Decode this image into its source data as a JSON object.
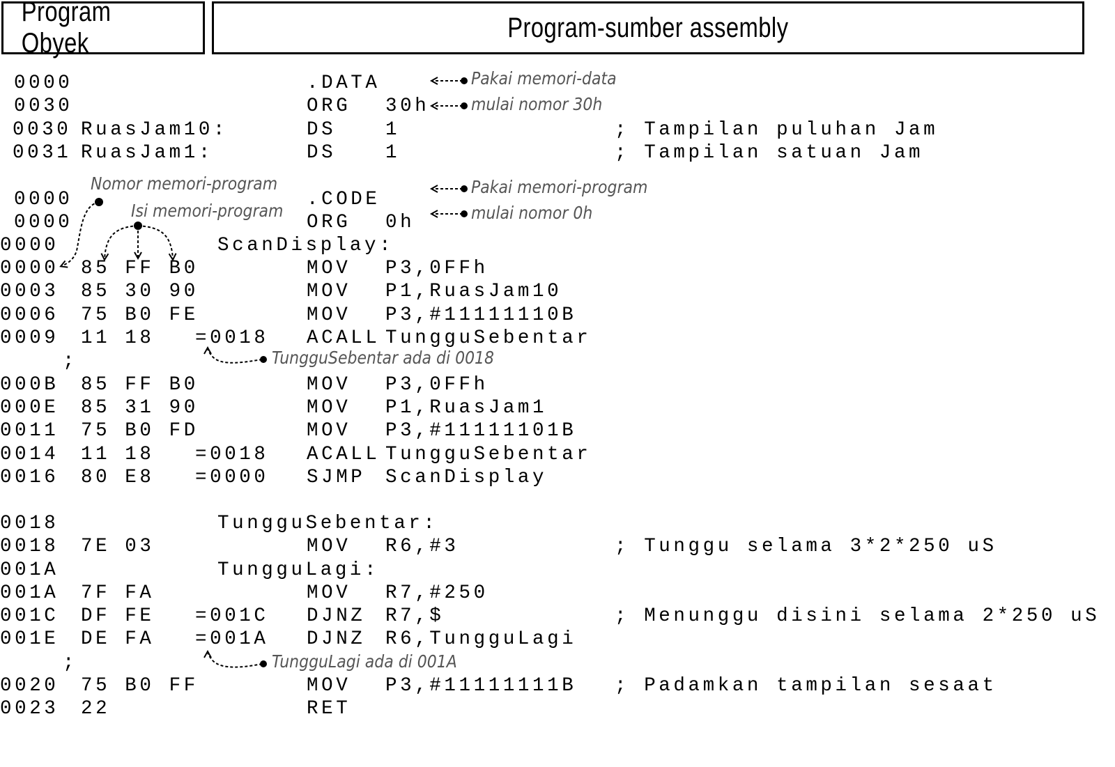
{
  "headers": {
    "object_program": "Program Obyek",
    "source_program": "Program-sumber  assembly"
  },
  "listing": [
    {
      "addr": "0000",
      "bytes": "",
      "target": "",
      "label": "",
      "mnemonic": ".DATA",
      "operand": "",
      "comment": ""
    },
    {
      "addr": "0030",
      "bytes": "",
      "target": "",
      "label": "",
      "mnemonic": "ORG",
      "operand": "30h",
      "comment": ""
    },
    {
      "addr": "0030",
      "bytes": "",
      "target": "",
      "label": "RuasJam10:",
      "mnemonic": "DS",
      "operand": "1",
      "comment": "; Tampilan puluhan Jam"
    },
    {
      "addr": "0031",
      "bytes": "",
      "target": "",
      "label": "RuasJam1:",
      "mnemonic": "DS",
      "operand": "1",
      "comment": "; Tampilan satuan Jam"
    },
    {
      "addr": "0000",
      "bytes": "",
      "target": "",
      "label": "",
      "mnemonic": ".CODE",
      "operand": "",
      "comment": ""
    },
    {
      "addr": "0000",
      "bytes": "",
      "target": "",
      "label": "",
      "mnemonic": "ORG",
      "operand": "0h",
      "comment": ""
    },
    {
      "addr": "0000",
      "bytes": "",
      "target": "",
      "label": "ScanDisplay:",
      "mnemonic": "",
      "operand": "",
      "comment": ""
    },
    {
      "addr": "0000",
      "bytes": "85 FF B0",
      "target": "",
      "label": "",
      "mnemonic": "MOV",
      "operand": "P3,0FFh",
      "comment": ""
    },
    {
      "addr": "0003",
      "bytes": "85 30 90",
      "target": "",
      "label": "",
      "mnemonic": "MOV",
      "operand": "P1,RuasJam10",
      "comment": ""
    },
    {
      "addr": "0006",
      "bytes": "75 B0 FE",
      "target": "",
      "label": "",
      "mnemonic": "MOV",
      "operand": "P3,#11111110B",
      "comment": ""
    },
    {
      "addr": "0009",
      "bytes": "11 18",
      "target": "=0018",
      "label": "",
      "mnemonic": "ACALL",
      "operand": "TungguSebentar",
      "comment": ""
    },
    {
      "addr": "",
      "bytes": "",
      "target": "",
      "label": "",
      "mnemonic": "",
      "operand": "",
      "comment": "",
      "semicolon": ";"
    },
    {
      "addr": "000B",
      "bytes": "85 FF B0",
      "target": "",
      "label": "",
      "mnemonic": "MOV",
      "operand": "P3,0FFh",
      "comment": ""
    },
    {
      "addr": "000E",
      "bytes": "85 31 90",
      "target": "",
      "label": "",
      "mnemonic": "MOV",
      "operand": "P1,RuasJam1",
      "comment": ""
    },
    {
      "addr": "0011",
      "bytes": "75 B0 FD",
      "target": "",
      "label": "",
      "mnemonic": "MOV",
      "operand": "P3,#11111101B",
      "comment": ""
    },
    {
      "addr": "0014",
      "bytes": "11 18",
      "target": "=0018",
      "label": "",
      "mnemonic": "ACALL",
      "operand": "TungguSebentar",
      "comment": ""
    },
    {
      "addr": "0016",
      "bytes": "80 E8",
      "target": "=0000",
      "label": "",
      "mnemonic": "SJMP",
      "operand": "ScanDisplay",
      "comment": ""
    },
    {
      "addr": "0018",
      "bytes": "",
      "target": "",
      "label": "TungguSebentar:",
      "mnemonic": "",
      "operand": "",
      "comment": ""
    },
    {
      "addr": "0018",
      "bytes": "7E 03",
      "target": "",
      "label": "",
      "mnemonic": "MOV",
      "operand": "R6,#3",
      "comment": "; Tunggu selama 3*2*250 uS"
    },
    {
      "addr": "001A",
      "bytes": "",
      "target": "",
      "label": "TungguLagi:",
      "mnemonic": "",
      "operand": "",
      "comment": ""
    },
    {
      "addr": "001A",
      "bytes": "7F FA",
      "target": "",
      "label": "",
      "mnemonic": "MOV",
      "operand": "R7,#250",
      "comment": ""
    },
    {
      "addr": "001C",
      "bytes": "DF FE",
      "target": "=001C",
      "label": "",
      "mnemonic": "DJNZ",
      "operand": "R7,$",
      "comment": "; Menunggu disini selama 2*250 uS"
    },
    {
      "addr": "001E",
      "bytes": "DE FA",
      "target": "=001A",
      "label": "",
      "mnemonic": "DJNZ",
      "operand": "R6,TungguLagi",
      "comment": ""
    },
    {
      "addr": "",
      "bytes": "",
      "target": "",
      "label": "",
      "mnemonic": "",
      "operand": "",
      "comment": "",
      "semicolon": ";"
    },
    {
      "addr": "0020",
      "bytes": "75 B0 FF",
      "target": "",
      "label": "",
      "mnemonic": "MOV",
      "operand": "P3,#11111111B",
      "comment": "; Padamkan tampilan sesaat"
    },
    {
      "addr": "0023",
      "bytes": "22",
      "target": "",
      "label": "",
      "mnemonic": "RET",
      "operand": "",
      "comment": ""
    }
  ],
  "annotations": {
    "use_data_memory": "Pakai memori-data",
    "start_30h": "mulai nomor 30h",
    "program_memory_number": "Nomor memori-program",
    "program_memory_content": "Isi memori-program",
    "use_program_memory": "Pakai memori-program",
    "start_0h": "mulai nomor 0h",
    "tunggusebentar_at": "TungguSebentar ada di 0018",
    "tunggulagi_at": "TungguLagi ada di 001A"
  },
  "colors": {
    "text": "#000000",
    "annotation": "#555555",
    "border": "#000000"
  }
}
